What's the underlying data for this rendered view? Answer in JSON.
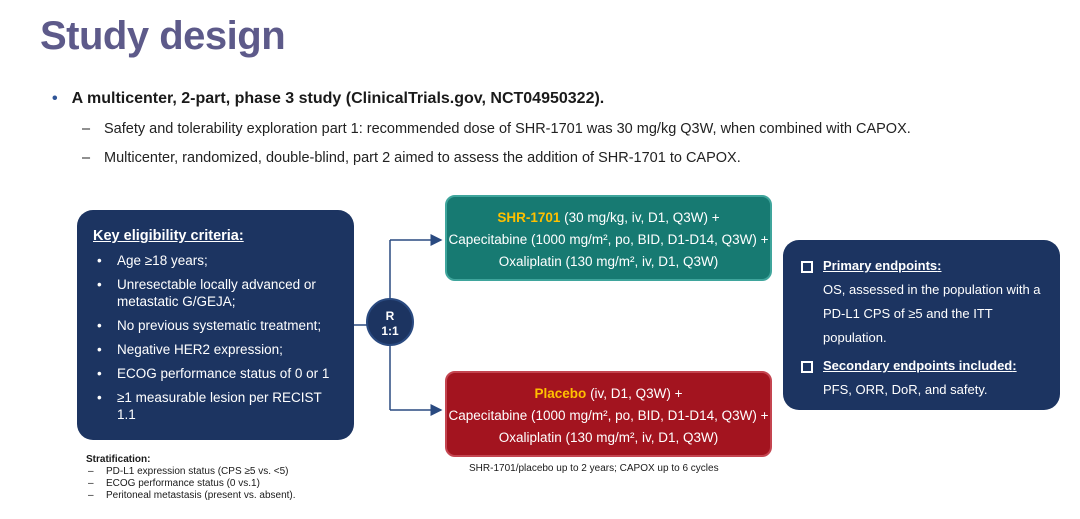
{
  "title": "Study design",
  "main_bullet": "A multicenter, 2-part, phase 3 study (ClinicalTrials.gov, NCT04950322).",
  "sub_bullets": [
    "Safety and tolerability exploration part 1: recommended dose of SHR-1701 was 30 mg/kg Q3W, when combined with CAPOX.",
    "Multicenter, randomized, double-blind, part 2 aimed to assess the addition of SHR-1701 to CAPOX."
  ],
  "eligibility": {
    "title": "Key eligibility criteria:",
    "items": [
      "Age ≥18 years;",
      "Unresectable locally advanced or metastatic G/GEJA;",
      "No previous systematic treatment;",
      "Negative HER2 expression;",
      "ECOG performance status of 0 or 1",
      "≥1 measurable lesion per RECIST 1.1"
    ]
  },
  "randomization": {
    "letter": "R",
    "ratio": "1:1"
  },
  "arm_experimental": {
    "drug": "SHR-1701",
    "drug_dose": " (30 mg/kg, iv, D1, Q3W) +",
    "line2": "Capecitabine (1000 mg/m², po, BID, D1-D14, Q3W) +",
    "line3": "Oxaliplatin  (130 mg/m², iv, D1, Q3W)",
    "color": "#177a72"
  },
  "arm_placebo": {
    "drug": "Placebo",
    "drug_dose": " (iv, D1, Q3W) +",
    "line2": "Capecitabine (1000 mg/m², po, BID, D1-D14, Q3W) +",
    "line3": "Oxaliplatin  (130 mg/m², iv, D1, Q3W)",
    "color": "#a3141f"
  },
  "endpoints": {
    "primary_label": "Primary endpoints",
    "primary_colon": ":",
    "primary_text": "OS, assessed in the population with a PD-L1 CPS of ≥5 and the ITT population.",
    "secondary_label": "Secondary endpoints included",
    "secondary_colon": ":",
    "secondary_text": "PFS, ORR, DoR, and safety."
  },
  "stratification": {
    "title": "Stratification:",
    "items": [
      "PD-L1 expression status (CPS ≥5 vs. <5)",
      "ECOG performance status (0 vs.1)",
      "Peritoneal metastasis (present vs. absent)."
    ]
  },
  "footnote": "SHR-1701/placebo up to 2 years; CAPOX up to 6 cycles"
}
